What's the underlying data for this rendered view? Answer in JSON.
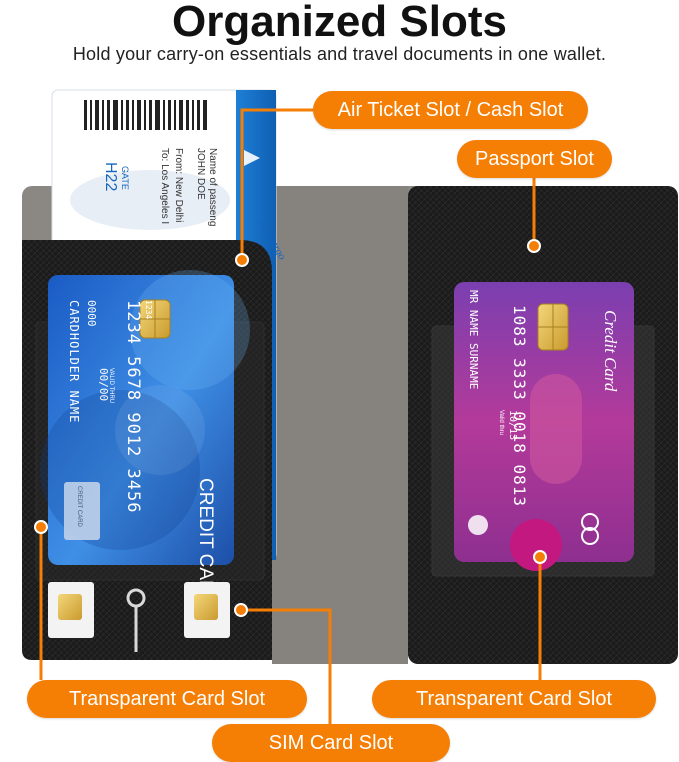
{
  "header": {
    "title": "Organized Slots",
    "subtitle": "Hold your carry-on essentials and travel documents in one wallet."
  },
  "callouts": {
    "air_ticket": "Air Ticket Slot / Cash Slot",
    "passport": "Passport Slot",
    "transparent_left": "Transparent Card Slot",
    "transparent_right": "Transparent Card Slot",
    "sim": "SIM Card Slot"
  },
  "ticket": {
    "passenger_label": "Name of passeng",
    "passenger_name": "JOHN DOE",
    "from": "From: New Delhi",
    "to": "To: Los Angeles I",
    "gate_label": "GATE",
    "gate": "H22",
    "airline": "Air Cargo"
  },
  "left_card": {
    "number": "1234 5678 9012 3456",
    "small_number": "1234",
    "prefix": "0000",
    "valid_label": "VALID THRU",
    "valid": "00/00",
    "holder": "CARDHOLDER NAME",
    "brand": "CREDIT CARD",
    "mini_label": "CREDIT CARD"
  },
  "right_card": {
    "brand": "Credit Card",
    "number": "1083 3333 0018 0813",
    "holder": "MR NAME SURNAME",
    "date_label": "Valid thru",
    "date": "10/13"
  },
  "colors": {
    "accent": "#f57e05",
    "wallet": "#1f1f1f",
    "lining": "#8a8782",
    "left_card": "#2e6fcf",
    "right_card": "#a23a9f"
  }
}
